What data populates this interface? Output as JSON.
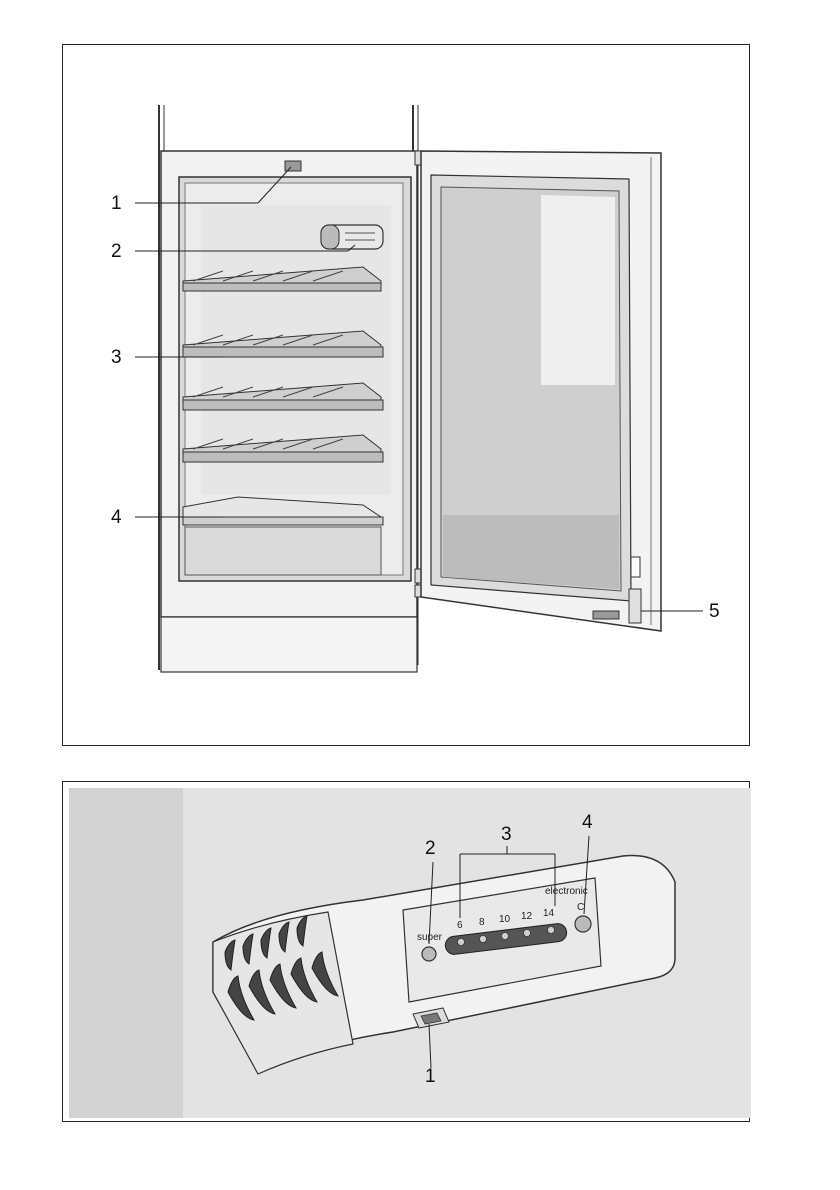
{
  "figure_top": {
    "callouts": [
      "1",
      "2",
      "3",
      "4",
      "5"
    ]
  },
  "figure_bottom": {
    "callouts": [
      "1",
      "2",
      "3",
      "4"
    ],
    "panel_text": {
      "brand": "electronic",
      "super_label": "super",
      "temps": [
        "6",
        "8",
        "10",
        "12",
        "14"
      ],
      "c_label": "C"
    }
  }
}
